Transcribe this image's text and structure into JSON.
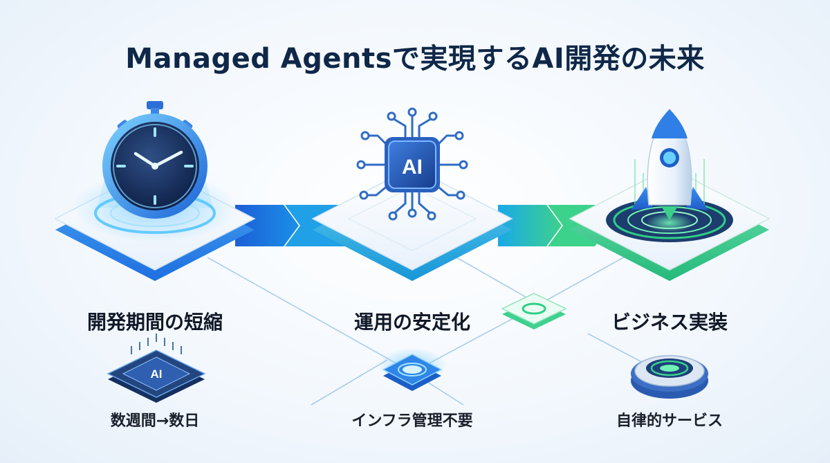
{
  "title": "Managed Agentsで実現するAI開発の未来",
  "icons": {
    "chip_text": "AI",
    "small_chip_text": "AI"
  },
  "stages": [
    {
      "label": "開発期間の短縮",
      "sub_label": "数週間→数日",
      "icon": "stopwatch-icon",
      "sub_icon": "ai-chip-icon"
    },
    {
      "label": "運用の安定化",
      "sub_label": "インフラ管理不要",
      "icon": "ai-circuit-icon",
      "sub_icon": "glowing-node-icon"
    },
    {
      "label": "ビジネス実装",
      "sub_label": "自律的サービス",
      "icon": "rocket-icon",
      "sub_icon": "service-disk-icon"
    }
  ],
  "colors": {
    "title": "#0f2748",
    "arrow_blue": "#1e6fe0",
    "arrow_cyan": "#19b6e6",
    "arrow_green": "#3ad08a",
    "accent_green": "#2fcf86",
    "platform_top": "#f7fbff"
  }
}
